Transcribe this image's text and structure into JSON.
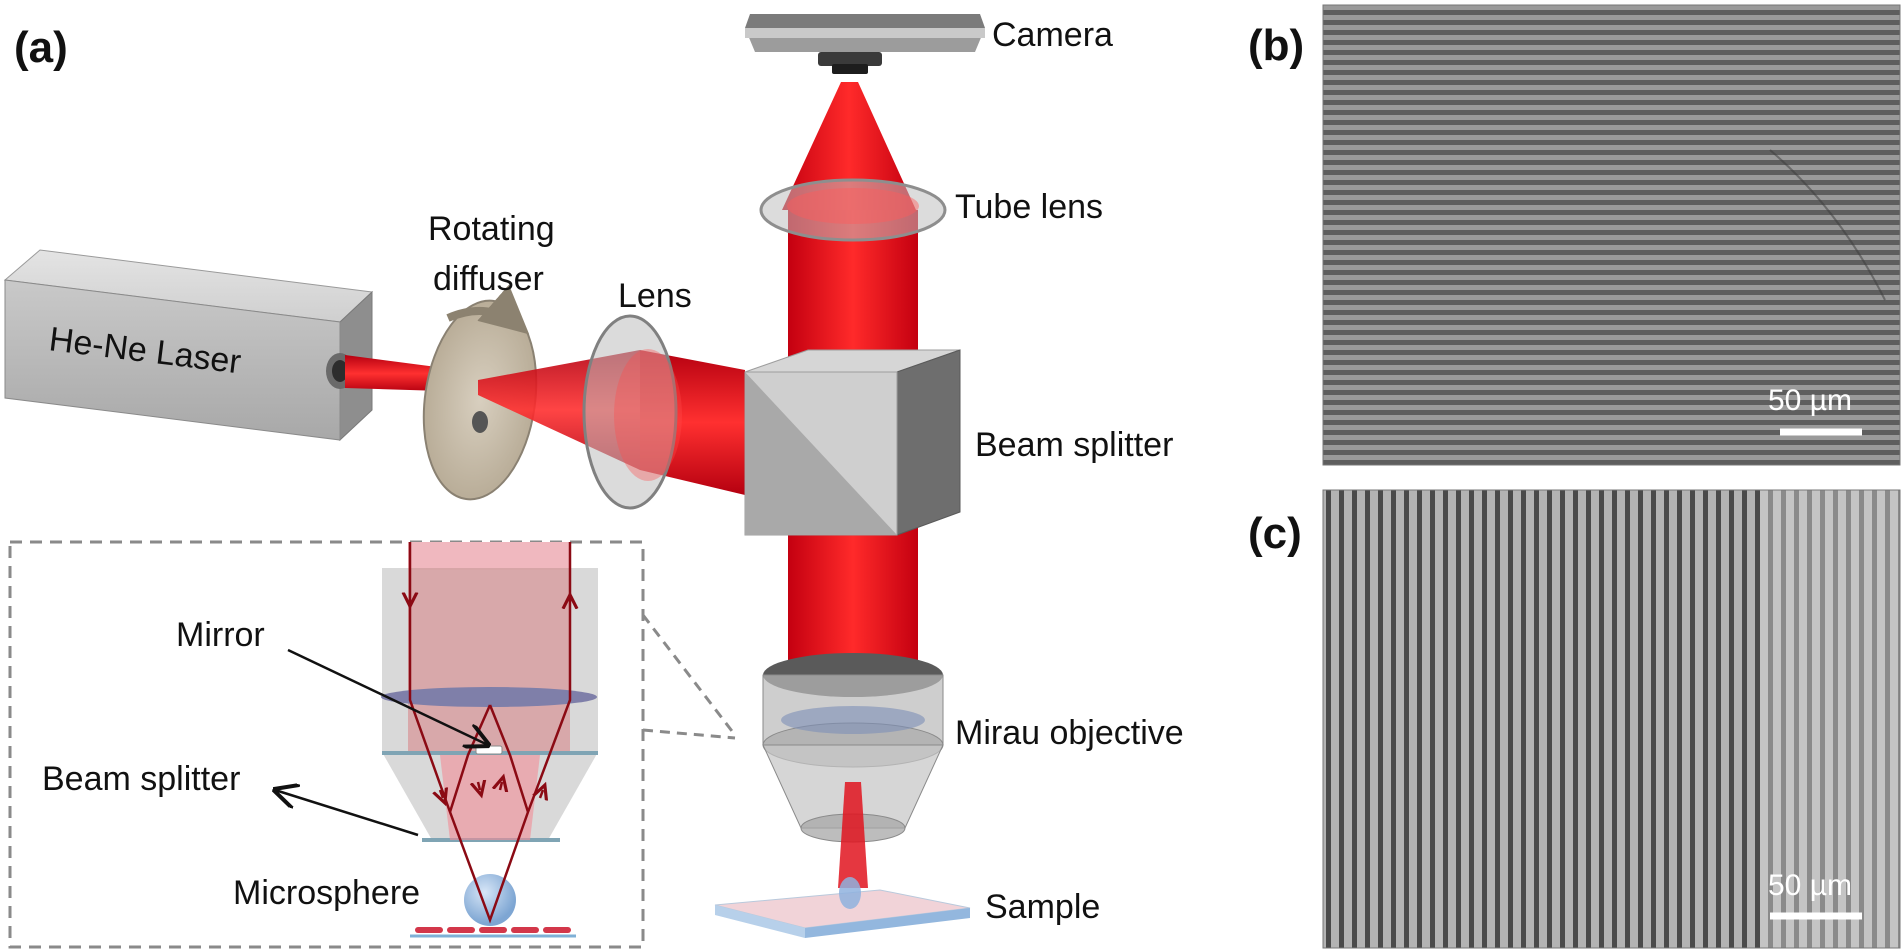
{
  "panels": {
    "a": "(a)",
    "b": "(b)",
    "c": "(c)"
  },
  "labels": {
    "camera": "Camera",
    "tube_lens": "Tube lens",
    "rotating_diffuser_line1": "Rotating",
    "rotating_diffuser_line2": "diffuser",
    "lens": "Lens",
    "he_ne_laser": "He-Ne Laser",
    "beam_splitter_main": "Beam splitter",
    "mirau_objective": "Mirau objective",
    "sample": "Sample",
    "mirror": "Mirror",
    "beam_splitter_inset": "Beam splitter",
    "microsphere": "Microsphere"
  },
  "scale_bars": {
    "b": "50 µm",
    "c": "50 µm"
  },
  "colors": {
    "beam": "#e0141e",
    "beam_dark": "#a40010",
    "housing": "#bdbdbd",
    "inset_beam": "#e8a0a8",
    "inset_border": "#8a8a8a"
  }
}
